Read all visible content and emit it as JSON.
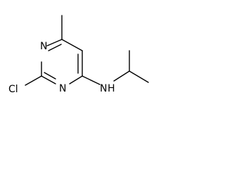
{
  "structure": {
    "atoms": {
      "ring_n_top": "N",
      "ring_n_bottom": "N",
      "chlorine": "Cl",
      "amine_n": "N",
      "amine_h": "H"
    },
    "colors": {
      "bond": "#000000",
      "label": "#000000",
      "background": "#ffffff"
    }
  }
}
